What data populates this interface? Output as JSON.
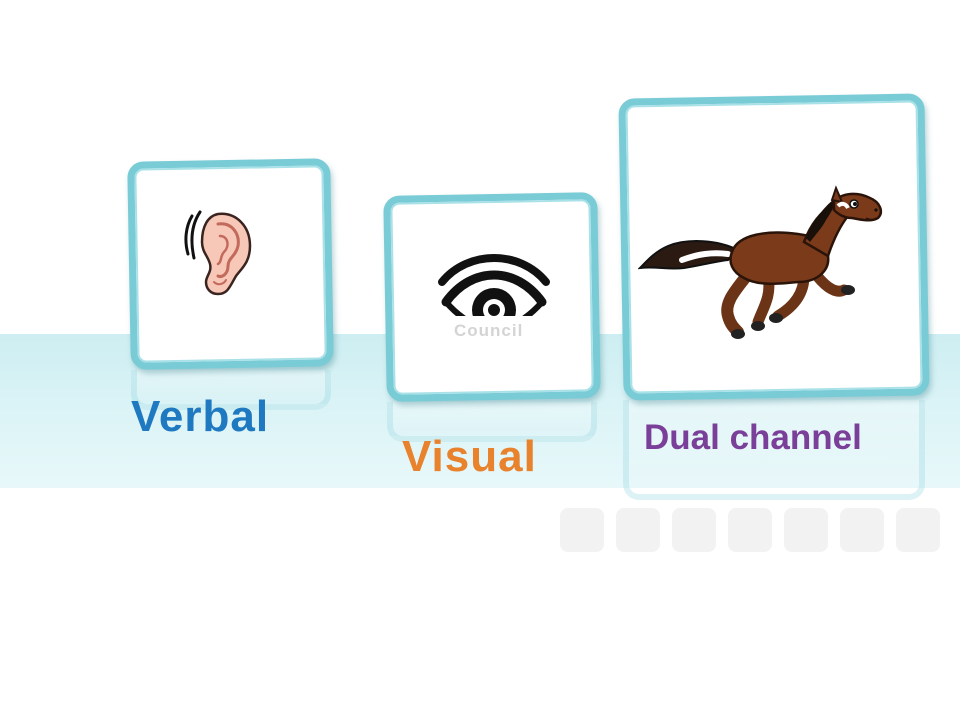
{
  "labels": {
    "verbal": "Verbal",
    "visual": "Visual",
    "dual": "Dual channel"
  },
  "watermark": {
    "line1": "©",
    "line2": "Council"
  },
  "colors": {
    "verbal": "#1f79c1",
    "visual": "#e8822d",
    "dual": "#7a3f98",
    "frame": "#79cbd6",
    "band": "#d4f1f5"
  },
  "icons": {
    "verbal": "ear-icon",
    "visual": "eye-icon",
    "dual": "horse-icon"
  }
}
